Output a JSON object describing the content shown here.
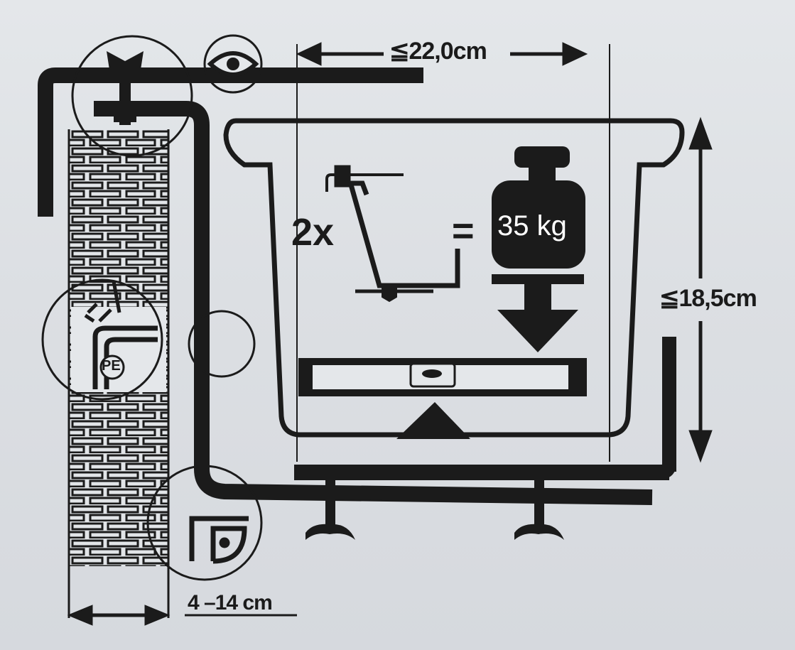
{
  "dimensions": {
    "width_max": "≦22,0cm",
    "height_max": "≦18,5cm",
    "wall_gap": "4 –14 cm"
  },
  "instruction": {
    "multiplier": "2x",
    "equals": "=",
    "load": "35 kg"
  },
  "material_label": "PE",
  "colors": {
    "ink": "#1b1b1b",
    "background": "#dcdfe3"
  },
  "icons": [
    "wing-nut-icon",
    "eye-icon",
    "weight-icon",
    "arrow-down-icon",
    "spirit-level-icon",
    "triangle-icon",
    "brick-wall-icon",
    "bracket-icon"
  ]
}
